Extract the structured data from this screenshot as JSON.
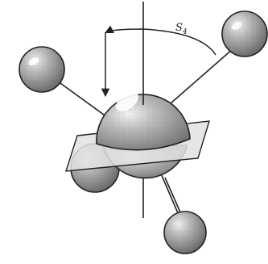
{
  "figure": {
    "axis_label": "S",
    "axis_label_subscript": "4",
    "colors": {
      "ink": "#222222",
      "sphere_dark": "#6e6e6e",
      "sphere_mid": "#a9a9a9",
      "sphere_light": "#e8e8e8",
      "plane": "#dedede"
    },
    "parts": {
      "central_atom": "central-sphere",
      "ligands": [
        "ligand-upper-left",
        "ligand-upper-right",
        "ligand-lower-left",
        "ligand-lower-right"
      ],
      "reflection_plane": "mirror-plane",
      "rotation_axis": "vertical-axis",
      "rotation_arrow": "rotation-arrow"
    }
  }
}
